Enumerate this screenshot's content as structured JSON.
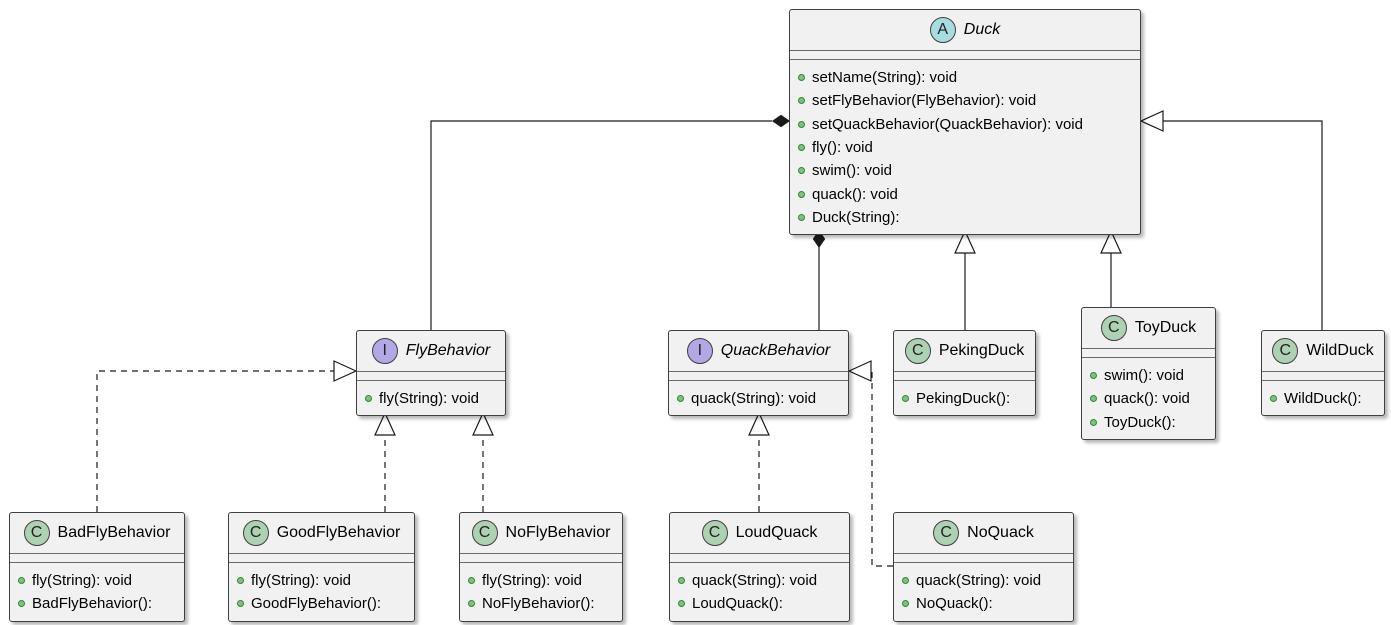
{
  "diagram": {
    "classes": [
      {
        "id": "duck",
        "kind": "A",
        "name": "Duck",
        "italic": true,
        "methods": [
          "setName(String): void",
          "setFlyBehavior(FlyBehavior): void",
          "setQuackBehavior(QuackBehavior): void",
          "fly(): void",
          "swim(): void",
          "quack(): void",
          "Duck(String):"
        ]
      },
      {
        "id": "flybehavior",
        "kind": "I",
        "name": "FlyBehavior",
        "italic": true,
        "methods": [
          "fly(String): void"
        ]
      },
      {
        "id": "quackbehavior",
        "kind": "I",
        "name": "QuackBehavior",
        "italic": true,
        "methods": [
          "quack(String): void"
        ]
      },
      {
        "id": "pekingduck",
        "kind": "C",
        "name": "PekingDuck",
        "italic": false,
        "methods": [
          "PekingDuck():"
        ]
      },
      {
        "id": "toyduck",
        "kind": "C",
        "name": "ToyDuck",
        "italic": false,
        "methods": [
          "swim(): void",
          "quack(): void",
          "ToyDuck():"
        ]
      },
      {
        "id": "wildduck",
        "kind": "C",
        "name": "WildDuck",
        "italic": false,
        "methods": [
          "WildDuck():"
        ]
      },
      {
        "id": "badflybehavior",
        "kind": "C",
        "name": "BadFlyBehavior",
        "italic": false,
        "methods": [
          "fly(String): void",
          "BadFlyBehavior():"
        ]
      },
      {
        "id": "goodflybehavior",
        "kind": "C",
        "name": "GoodFlyBehavior",
        "italic": false,
        "methods": [
          "fly(String): void",
          "GoodFlyBehavior():"
        ]
      },
      {
        "id": "noflybehavior",
        "kind": "C",
        "name": "NoFlyBehavior",
        "italic": false,
        "methods": [
          "fly(String): void",
          "NoFlyBehavior():"
        ]
      },
      {
        "id": "loudquack",
        "kind": "C",
        "name": "LoudQuack",
        "italic": false,
        "methods": [
          "quack(String): void",
          "LoudQuack():"
        ]
      },
      {
        "id": "noquack",
        "kind": "C",
        "name": "NoQuack",
        "italic": false,
        "methods": [
          "quack(String): void",
          "NoQuack():"
        ]
      }
    ],
    "relations": [
      {
        "from": "flybehavior",
        "to": "duck",
        "type": "composition"
      },
      {
        "from": "quackbehavior",
        "to": "duck",
        "type": "composition"
      },
      {
        "from": "pekingduck",
        "to": "duck",
        "type": "inheritance"
      },
      {
        "from": "toyduck",
        "to": "duck",
        "type": "inheritance"
      },
      {
        "from": "wildduck",
        "to": "duck",
        "type": "inheritance"
      },
      {
        "from": "badflybehavior",
        "to": "flybehavior",
        "type": "realization"
      },
      {
        "from": "goodflybehavior",
        "to": "flybehavior",
        "type": "realization"
      },
      {
        "from": "noflybehavior",
        "to": "flybehavior",
        "type": "realization"
      },
      {
        "from": "loudquack",
        "to": "quackbehavior",
        "type": "realization"
      },
      {
        "from": "noquack",
        "to": "quackbehavior",
        "type": "realization"
      }
    ]
  }
}
